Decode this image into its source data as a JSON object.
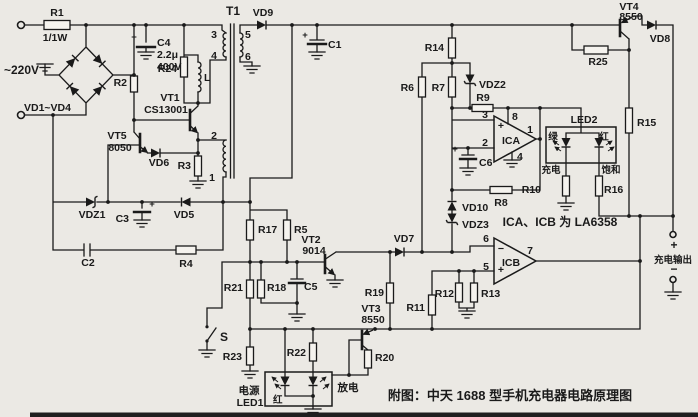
{
  "colors": {
    "background": "#ebe9e4",
    "ink": "#1a1a1a"
  },
  "labels": {
    "r1": "R1",
    "r1w": "1/1W",
    "ac": "~220V",
    "vd1_4": "VD1~VD4",
    "r2": "R2",
    "c4": "C4",
    "c4u": "2.2μ",
    "c4v": "400V",
    "c4p": "+",
    "r24": "R24",
    "l": "L",
    "t1": "T1",
    "tp3": "3",
    "tp4": "4",
    "tp5": "5",
    "tp6": "6",
    "tp2": "2",
    "tp1": "1",
    "vd9": "VD9",
    "c1": "C1",
    "c1p": "+",
    "vt1": "VT1",
    "vt1m": "CS13001",
    "vt5": "VT5",
    "vt5m": "8050",
    "vd6": "VD6",
    "r3": "R3",
    "vdz1": "VDZ1",
    "c3": "C3",
    "c3p": "+",
    "vd5": "VD5",
    "c2": "C2",
    "r4": "R4",
    "r17": "R17",
    "r5": "R5",
    "vt2": "VT2",
    "vt2m": "9014",
    "r21": "R21",
    "r18": "R18",
    "c5": "C5",
    "s": "S",
    "r23": "R23",
    "pwr": "电源",
    "led1": "LED1",
    "lred1": "红",
    "dis": "放电",
    "r22": "R22",
    "vt3": "VT3",
    "vt3m": "8550",
    "r20": "R20",
    "r19": "R19",
    "vd7": "VD7",
    "r11": "R11",
    "r12": "R12",
    "r13": "R13",
    "r6": "R6",
    "r7": "R7",
    "vdz2": "VDZ2",
    "r14": "R14",
    "r9": "R9",
    "icap3": "3",
    "icap2": "2",
    "icap8": "8",
    "icap4": "4",
    "icap1": "1",
    "icaplus": "+",
    "ica": "ICA",
    "c6": "C6",
    "c6p": "+",
    "r8": "R8",
    "vd10": "VD10",
    "vdz3": "VDZ3",
    "note": "ICA、ICB 为 LA6358",
    "led2": "LED2",
    "lgreen": "绿",
    "lred": "红",
    "chg": "充电",
    "sat": "饱和",
    "r10": "R10",
    "r16": "R16",
    "r15": "R15",
    "vt4": "VT4",
    "vt4m": "8550",
    "vd8": "VD8",
    "r25": "R25",
    "icbp6": "6",
    "icbp5": "5",
    "icbp7": "7",
    "icbminus": "−",
    "icbplus": "+",
    "icb": "ICB",
    "outp": "+",
    "outlbl": "充电输出",
    "outm": "−",
    "caption": "附图：中天 1688 型手机充电器电路原理图"
  }
}
